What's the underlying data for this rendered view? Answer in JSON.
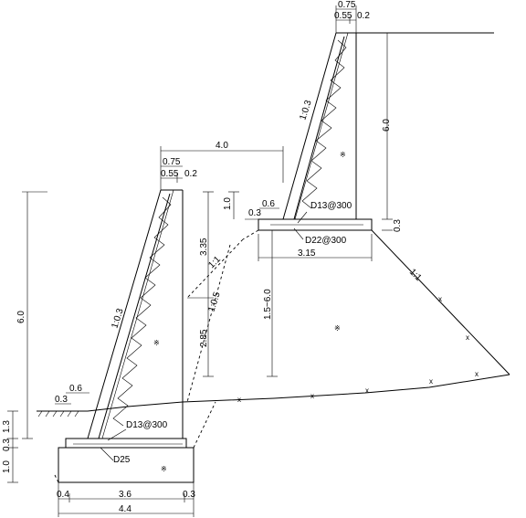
{
  "labels": {
    "top_crest_total": "0.75",
    "top_crest_wall": "0.55",
    "top_crest_gap": "0.2",
    "upper_wall_height": "6.0",
    "upper_wall_slope": "1:0.3",
    "upper_step": "0.3",
    "upper_toe": "0.6",
    "upper_rebar_top": "D13@300",
    "upper_rebar_bottom": "D22@300",
    "upper_footing_height": "0.3",
    "upper_footing_width": "3.15",
    "upper_embankment_slope": "1:1",
    "mid_gap": "4.0",
    "lower_crest_total": "0.75",
    "lower_crest_wall": "0.55",
    "lower_crest_gap": "0.2",
    "upper_cut_height": "1.0",
    "height_335": "3.35",
    "slope_11_mid": "1:1",
    "slope_105": "1:0.5",
    "height_285": "2.85",
    "range_15_60": "1.5~6.0",
    "lower_wall_height": "6.0",
    "lower_wall_slope": "1:0.3",
    "lower_toe": "0.6",
    "lower_step": "0.3",
    "lower_rebar_top": "D13@300",
    "lower_rebar_bottom": "D25",
    "embed_13": "1.3",
    "embed_03": "0.3",
    "footing_height": "1.0",
    "base_left": "0.4",
    "base_mid": "3.6",
    "base_right": "0.3",
    "base_total": "4.4"
  }
}
